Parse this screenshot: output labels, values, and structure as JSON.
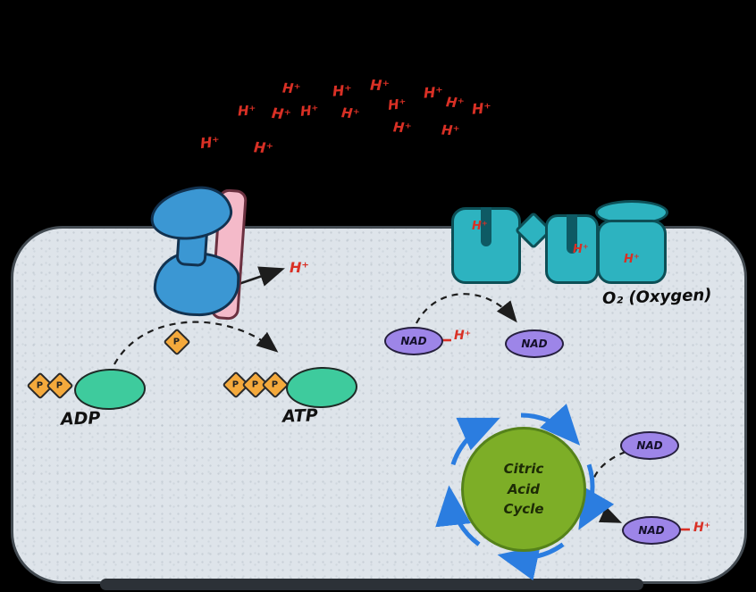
{
  "labels": {
    "hplus": "H⁺",
    "nad": "NAD",
    "phosphate": "P",
    "adp": "ADP",
    "atp": "ATP",
    "oxygen": "O₂ (Oxygen)",
    "cycle": {
      "line1": "Citric",
      "line2": "Acid",
      "line3": "Cycle"
    }
  },
  "counts": {
    "proton_cloud_ions": 15,
    "adp_phosphates": 2,
    "atp_phosphates": 3,
    "transfer_phosphates": 1,
    "nad_ovals": 4,
    "etc_complexes": 3
  },
  "colors": {
    "background": "#000000",
    "matrix_fill": "#dee4ea",
    "matrix_border": "#434b52",
    "proton_red": "#d93025",
    "synthase_blue": "#3b97d3",
    "channel_pink": "#f4bac9",
    "etc_teal": "#2db3c0",
    "nad_purple": "#9d85e8",
    "molecule_green": "#3ecb9d",
    "phosphate_orange": "#f4a93c",
    "cycle_green": "#7dae27",
    "cycle_arrow_blue": "#2b7de0",
    "arrow_black": "#1d1d1d"
  }
}
